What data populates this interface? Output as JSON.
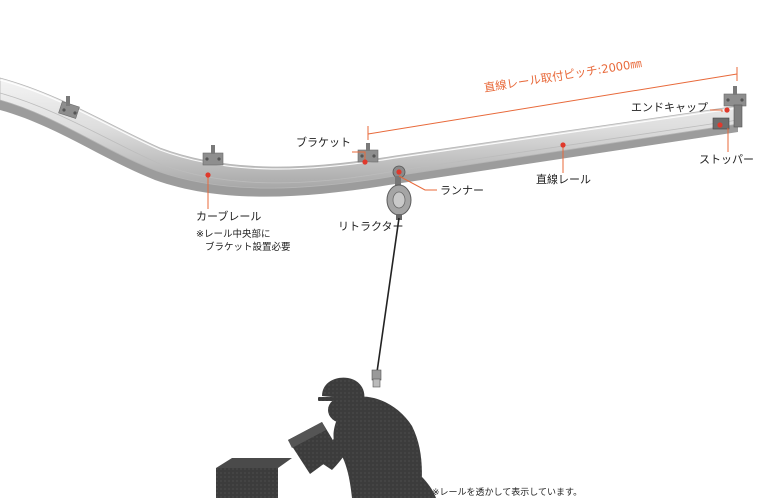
{
  "labels": {
    "pitch": "直線レール取付ピッチ:2000㎜",
    "end_cap": "エンドキャップ",
    "bracket": "ブラケット",
    "stopper": "ストッパー",
    "straight_rail": "直線レール",
    "runner": "ランナー",
    "curve_rail": "カーブレール",
    "curve_note_1": "※レール中央部に",
    "curve_note_2": "ブラケット設置必要",
    "retractor": "リトラクター"
  },
  "footnote": "※レールを透かして表示しています。",
  "colors": {
    "leader": "#e8693a",
    "dot": "#e0392c",
    "rail_light": "#e9e9e9",
    "rail_mid": "#cfcfcf",
    "rail_dark": "#9a9a9a",
    "silhouette": "#3a3a3a"
  }
}
